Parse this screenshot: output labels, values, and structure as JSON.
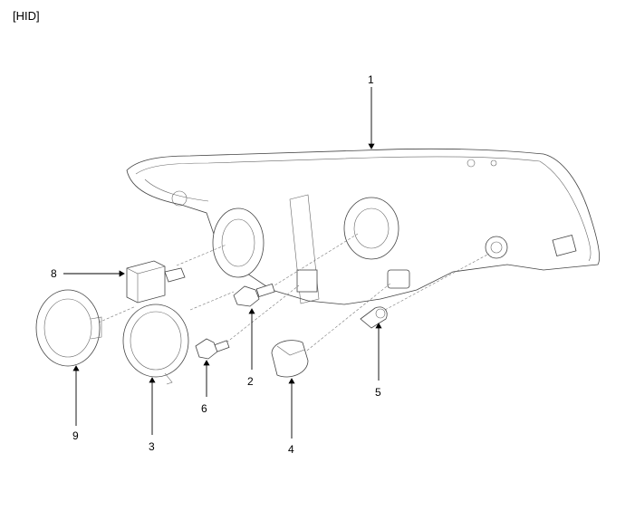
{
  "header": {
    "label": "[HID]"
  },
  "callouts": {
    "c1": "1",
    "c2": "2",
    "c3": "3",
    "c4": "4",
    "c5": "5",
    "c6": "6",
    "c8": "8",
    "c9": "9"
  }
}
